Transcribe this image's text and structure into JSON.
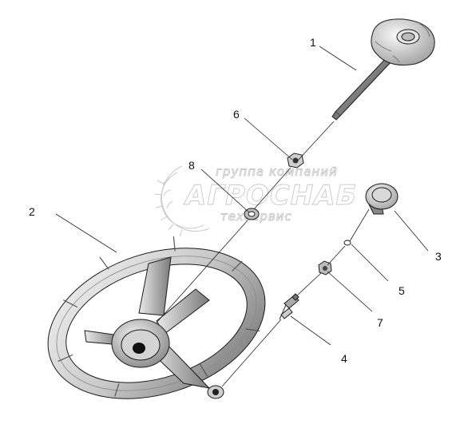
{
  "watermark": {
    "line1": "группа компаний",
    "line2": "АГРОСНАБ",
    "line3": "техсервис"
  },
  "callouts": [
    {
      "id": "1",
      "label": "1",
      "part": "horn-button-with-rod"
    },
    {
      "id": "2",
      "label": "2",
      "part": "steering-wheel"
    },
    {
      "id": "3",
      "label": "3",
      "part": "cap"
    },
    {
      "id": "4",
      "label": "4",
      "part": "bolt"
    },
    {
      "id": "5",
      "label": "5",
      "part": "washer"
    },
    {
      "id": "6",
      "label": "6",
      "part": "nut"
    },
    {
      "id": "7",
      "label": "7",
      "part": "nut"
    },
    {
      "id": "8",
      "label": "8",
      "part": "ring"
    }
  ],
  "colors": {
    "line": "#1a1a1a",
    "watermark": "#c4c4c4",
    "shade_dark": "#3a3a3a",
    "shade_mid": "#9a9a9a",
    "shade_light": "#e8e8e8"
  }
}
